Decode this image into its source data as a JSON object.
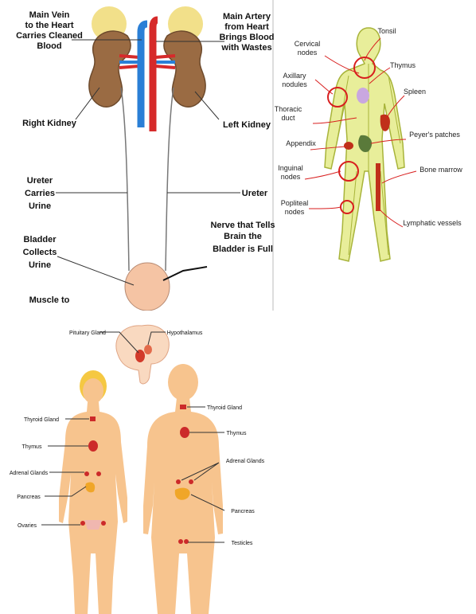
{
  "urinary": {
    "labels": {
      "main_vein": [
        "Main Vein",
        "to the Heart",
        "Carries Cleaned",
        "Blood"
      ],
      "main_artery": [
        "Main Artery",
        "from Heart",
        "Brings Blood",
        "with Wastes"
      ],
      "right_kidney": "Right Kidney",
      "left_kidney": "Left Kidney",
      "ureter_left": [
        "Ureter",
        "Carries",
        "Urine"
      ],
      "ureter_right": "Ureter",
      "bladder": [
        "Bladder",
        "Collects",
        "Urine"
      ],
      "nerve": [
        "Nerve that Tells",
        "Brain the",
        "Bladder is Full"
      ],
      "muscle": "Muscle to"
    }
  },
  "lymph": {
    "labels": {
      "cervical": [
        "Cervical",
        "nodes"
      ],
      "tonsil": "Tonsil",
      "thymus": "Thymus",
      "axillary": [
        "Axillary",
        "nodules"
      ],
      "spleen": "Spleen",
      "thoracic": [
        "Thoracic",
        "duct"
      ],
      "peyers": "Peyer's patches",
      "appendix": "Appendix",
      "inguinal": [
        "Inguinal",
        "nodes"
      ],
      "bone_marrow": "Bone marrow",
      "popliteal": [
        "Popliteal",
        "nodes"
      ],
      "lymphatic_vessels": "Lymphatic vessels"
    }
  },
  "endocrine": {
    "labels": {
      "pituitary": "Pituitary Gland",
      "hypothalamus": "Hypothalamus",
      "thyroid_f": "Thyroid Gland",
      "thymus_f": "Thymus",
      "adrenal_f": "Adrenal Glands",
      "pancreas_f": "Pancreas",
      "ovaries": "Ovaries",
      "thyroid_m": "Thyroid Gland",
      "thymus_m": "Thymus",
      "adrenal_m": "Adrenal Glands",
      "pancreas_m": "Pancreas",
      "testicles": "Testicles"
    }
  },
  "colors": {
    "kidney": "#9a6b43",
    "fat": "#f2e08a",
    "vein": "#2a7fd6",
    "artery": "#d62a2a",
    "skin": "#f7c48e",
    "lymph": "#d8e36a",
    "gland": "#cc2a2a",
    "hair": "#f5c842"
  }
}
